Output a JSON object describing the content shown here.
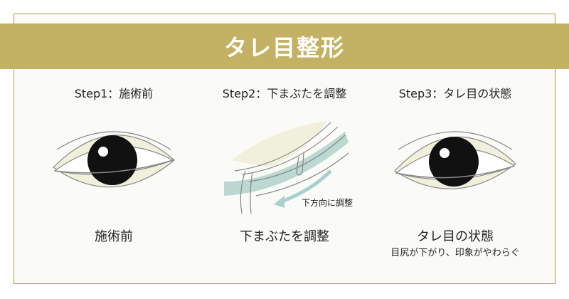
{
  "title": "タレ目整形",
  "steps": [
    {
      "label": "Step1：施術前",
      "caption": "施術前"
    },
    {
      "label": "Step2：下まぶたを調整",
      "caption": "下まぶたを調整",
      "annotation": "下方向に調整"
    },
    {
      "label": "Step3：タレ目の状態",
      "caption": "タレ目の状態",
      "subcaption": "目尻が下がり、印象がやわらぐ"
    }
  ],
  "colors": {
    "band": "#c4b264",
    "border": "#b09a3a",
    "skin": "#f1f0dc",
    "mucosa": "#bcd8d2",
    "arrow": "#a8d0cc"
  }
}
